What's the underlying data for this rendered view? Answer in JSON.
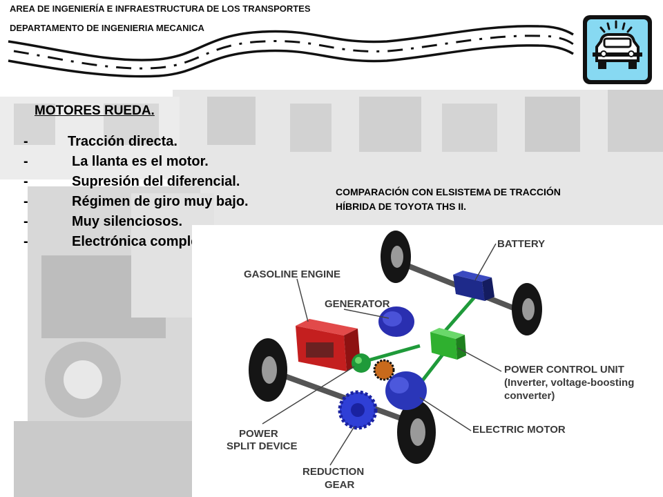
{
  "header": {
    "line1": "AREA DE INGENIERÍA E INFRAESTRUCTURA DE LOS TRANSPORTES",
    "line2": "DEPARTAMENTO DE INGENIERIA MECANICA"
  },
  "logo": {
    "icon": "car-icon",
    "background": "#87d9f2"
  },
  "title": "MOTORES RUEDA.",
  "bullets": [
    {
      "dash": "-",
      "text": "Tracción directa."
    },
    {
      "dash": "-",
      "text": "La llanta es el motor."
    },
    {
      "dash": "-",
      "text": "Supresión del diferencial."
    },
    {
      "dash": "-",
      "text": "Régimen de giro muy bajo."
    },
    {
      "dash": "-",
      "text": "Muy silenciosos."
    },
    {
      "dash": "-",
      "text": "Electrónica compleja."
    }
  ],
  "comparison": {
    "line1": "COMPARACIÓN CON ELSISTEMA DE TRACCIÓN",
    "line2": "HÍBRIDA DE TOYOTA THS II."
  },
  "diagram": {
    "labels": {
      "battery": "BATTERY",
      "gasoline_engine": "GASOLINE ENGINE",
      "generator": "GENERATOR",
      "pcu_line1": "POWER CONTROL UNIT",
      "pcu_line2": "(Inverter, voltage-boosting",
      "pcu_line3": "converter)",
      "electric_motor": "ELECTRIC MOTOR",
      "psd_line1": "POWER",
      "psd_line2": "SPLIT DEVICE",
      "reduction_line1": "REDUCTION",
      "reduction_line2": "GEAR"
    },
    "colors": {
      "engine": "#c41f1f",
      "generator": "#2a2fb0",
      "battery": "#1e2a8a",
      "pcu": "#2fb02f",
      "motor": "#2a36b8",
      "psd": "#1f9a3a",
      "reduction_gear": "#2f3fd6"
    }
  }
}
